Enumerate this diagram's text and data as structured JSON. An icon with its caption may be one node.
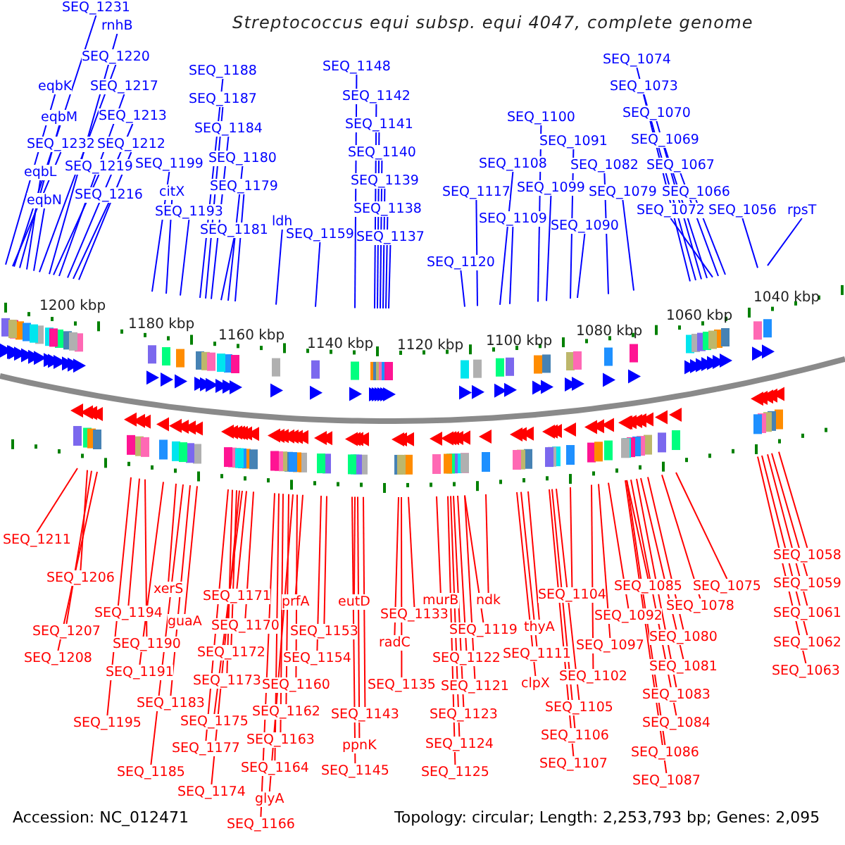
{
  "diagram": {
    "title": "Streptococcus equi subsp. equi 4047, complete genome",
    "nodes": [
      {
        "text": [
          "SEQ_1231"
        ]
      },
      {
        "text": [
          "rnhB"
        ]
      },
      {
        "text": [
          "SEQ_1220"
        ]
      },
      {
        "text": [
          "eqbK"
        ]
      },
      {
        "text": [
          "SEQ_1217"
        ]
      },
      {
        "text": [
          "eqbM"
        ]
      },
      {
        "text": [
          "SEQ_1213"
        ]
      },
      {
        "text": [
          "SEQ_1232"
        ]
      },
      {
        "text": [
          "SEQ_1212"
        ]
      },
      {
        "text": [
          "eqbL"
        ]
      },
      {
        "text": [
          "SEQ_1219"
        ]
      },
      {
        "text": [
          "eqbN"
        ]
      },
      {
        "text": [
          "SEQ_1216"
        ]
      },
      {
        "text": [
          "SEQ_1199"
        ]
      },
      {
        "text": [
          "citX"
        ]
      },
      {
        "text": [
          "SEQ_1193"
        ]
      },
      {
        "text": [
          "SEQ_1188"
        ]
      },
      {
        "text": [
          "SEQ_1187"
        ]
      },
      {
        "text": [
          "SEQ_1184"
        ]
      },
      {
        "text": [
          "SEQ_1180"
        ]
      },
      {
        "text": [
          "SEQ_1179"
        ]
      },
      {
        "text": [
          "SEQ_1181"
        ]
      },
      {
        "text": [
          "ldh"
        ]
      },
      {
        "text": [
          "SEQ_1159"
        ]
      },
      {
        "text": [
          "SEQ_1148"
        ]
      },
      {
        "text": [
          "SEQ_1142"
        ]
      },
      {
        "text": [
          "SEQ_1141"
        ]
      },
      {
        "text": [
          "SEQ_1140"
        ]
      },
      {
        "text": [
          "SEQ_1139"
        ]
      },
      {
        "text": [
          "SEQ_1138"
        ]
      },
      {
        "text": [
          "SEQ_1137"
        ]
      },
      {
        "text": [
          "SEQ_1120"
        ]
      },
      {
        "text": [
          "SEQ_1117"
        ]
      },
      {
        "text": [
          "SEQ_1109"
        ]
      },
      {
        "text": [
          "SEQ_1108"
        ]
      },
      {
        "text": [
          "SEQ_1100"
        ]
      },
      {
        "text": [
          "SEQ_1099"
        ]
      },
      {
        "text": [
          "SEQ_1091"
        ]
      },
      {
        "text": [
          "SEQ_1090"
        ]
      },
      {
        "text": [
          "SEQ_1082"
        ]
      },
      {
        "text": [
          "SEQ_1079"
        ]
      },
      {
        "text": [
          "SEQ_1074"
        ]
      },
      {
        "text": [
          "SEQ_1073"
        ]
      },
      {
        "text": [
          "SEQ_1070"
        ]
      },
      {
        "text": [
          "SEQ_1069"
        ]
      },
      {
        "text": [
          "SEQ_1067"
        ]
      },
      {
        "text": [
          "SEQ_1066"
        ]
      },
      {
        "text": [
          "SEQ_1072"
        ]
      },
      {
        "text": [
          "SEQ_1056"
        ]
      },
      {
        "text": [
          "rpsT"
        ]
      },
      {
        "text": [
          "SEQ_1211"
        ]
      },
      {
        "text": [
          "SEQ_1206"
        ]
      },
      {
        "text": [
          "SEQ_1207"
        ]
      },
      {
        "text": [
          "SEQ_1208"
        ]
      },
      {
        "text": [
          "SEQ_1194"
        ]
      },
      {
        "text": [
          "SEQ_1190"
        ]
      },
      {
        "text": [
          "SEQ_1191"
        ]
      },
      {
        "text": [
          "SEQ_1195"
        ]
      },
      {
        "text": [
          "xerS"
        ]
      },
      {
        "text": [
          "guaA"
        ]
      },
      {
        "text": [
          "SEQ_1183"
        ]
      },
      {
        "text": [
          "SEQ_1185"
        ]
      },
      {
        "text": [
          "SEQ_1171"
        ]
      },
      {
        "text": [
          "SEQ_1170"
        ]
      },
      {
        "text": [
          "SEQ_1172"
        ]
      },
      {
        "text": [
          "SEQ_1173"
        ]
      },
      {
        "text": [
          "SEQ_1175"
        ]
      },
      {
        "text": [
          "SEQ_1177"
        ]
      },
      {
        "text": [
          "SEQ_1174"
        ]
      },
      {
        "text": [
          "prfA"
        ]
      },
      {
        "text": [
          "SEQ_1153"
        ]
      },
      {
        "text": [
          "SEQ_1154"
        ]
      },
      {
        "text": [
          "SEQ_1160"
        ]
      },
      {
        "text": [
          "SEQ_1162"
        ]
      },
      {
        "text": [
          "SEQ_1163"
        ]
      },
      {
        "text": [
          "SEQ_1164"
        ]
      },
      {
        "text": [
          "glyA"
        ]
      },
      {
        "text": [
          "SEQ_1166"
        ]
      },
      {
        "text": [
          "eutD"
        ]
      },
      {
        "text": [
          "SEQ_1143"
        ]
      },
      {
        "text": [
          "ppnK"
        ]
      },
      {
        "text": [
          "SEQ_1145"
        ]
      },
      {
        "text": [
          "SEQ_1133"
        ]
      },
      {
        "text": [
          "radC"
        ]
      },
      {
        "text": [
          "SEQ_1135"
        ]
      },
      {
        "text": [
          "murB"
        ]
      },
      {
        "text": [
          "ndk"
        ]
      },
      {
        "text": [
          "SEQ_1119"
        ]
      },
      {
        "text": [
          "SEQ_1122"
        ]
      },
      {
        "text": [
          "SEQ_1121"
        ]
      },
      {
        "text": [
          "SEQ_1123"
        ]
      },
      {
        "text": [
          "SEQ_1124"
        ]
      },
      {
        "text": [
          "SEQ_1125"
        ]
      },
      {
        "text": [
          "thyA"
        ]
      },
      {
        "text": [
          "SEQ_1111"
        ]
      },
      {
        "text": [
          "clpX"
        ]
      },
      {
        "text": [
          "SEQ_1104"
        ]
      },
      {
        "text": [
          "SEQ_1102"
        ]
      },
      {
        "text": [
          "SEQ_1105"
        ]
      },
      {
        "text": [
          "SEQ_1106"
        ]
      },
      {
        "text": [
          "SEQ_1107"
        ]
      },
      {
        "text": [
          "SEQ_1092"
        ]
      },
      {
        "text": [
          "SEQ_1097"
        ]
      },
      {
        "text": [
          "SEQ_1085"
        ]
      },
      {
        "text": [
          "SEQ_1080"
        ]
      },
      {
        "text": [
          "SEQ_1081"
        ]
      },
      {
        "text": [
          "SEQ_1083"
        ]
      },
      {
        "text": [
          "SEQ_1084"
        ]
      },
      {
        "text": [
          "SEQ_1086"
        ]
      },
      {
        "text": [
          "SEQ_1087"
        ]
      },
      {
        "text": [
          "SEQ_1078"
        ]
      },
      {
        "text": [
          "SEQ_1075"
        ]
      },
      {
        "text": [
          "SEQ_1058"
        ]
      },
      {
        "text": [
          "SEQ_1059"
        ]
      },
      {
        "text": [
          "SEQ_1061"
        ]
      },
      {
        "text": [
          "SEQ_1062"
        ]
      },
      {
        "text": [
          "SEQ_1063"
        ]
      }
    ],
    "edges": [
      {
        "from": 0,
        "to": null,
        "arrow": "none",
        "color": "#0000ff"
      },
      {
        "from": 1,
        "to": null,
        "arrow": "none",
        "color": "#0000ff"
      },
      {
        "from": 2,
        "to": null,
        "arrow": "none",
        "color": "#0000ff"
      },
      {
        "from": 3,
        "to": null,
        "arrow": "none",
        "color": "#0000ff"
      },
      {
        "from": 4,
        "to": null,
        "arrow": "none",
        "color": "#0000ff"
      },
      {
        "from": 5,
        "to": null,
        "arrow": "none",
        "color": "#0000ff"
      },
      {
        "from": 6,
        "to": null,
        "arrow": "none",
        "color": "#0000ff"
      },
      {
        "from": 7,
        "to": null,
        "arrow": "none",
        "color": "#0000ff"
      },
      {
        "from": 8,
        "to": null,
        "arrow": "none",
        "color": "#0000ff"
      },
      {
        "from": 9,
        "to": null,
        "arrow": "none",
        "color": "#0000ff"
      },
      {
        "from": 10,
        "to": null,
        "arrow": "none",
        "color": "#0000ff"
      },
      {
        "from": 11,
        "to": null,
        "arrow": "none",
        "color": "#0000ff"
      },
      {
        "from": 12,
        "to": null,
        "arrow": "none",
        "color": "#0000ff"
      },
      {
        "from": 13,
        "to": null,
        "arrow": "none",
        "color": "#0000ff"
      },
      {
        "from": 14,
        "to": null,
        "arrow": "none",
        "color": "#0000ff"
      },
      {
        "from": 15,
        "to": null,
        "arrow": "none",
        "color": "#0000ff"
      },
      {
        "from": 16,
        "to": null,
        "arrow": "none",
        "color": "#0000ff"
      },
      {
        "from": 17,
        "to": null,
        "arrow": "none",
        "color": "#0000ff"
      },
      {
        "from": 18,
        "to": null,
        "arrow": "none",
        "color": "#0000ff"
      },
      {
        "from": 19,
        "to": null,
        "arrow": "none",
        "color": "#0000ff"
      },
      {
        "from": 20,
        "to": null,
        "arrow": "none",
        "color": "#0000ff"
      },
      {
        "from": 21,
        "to": null,
        "arrow": "none",
        "color": "#0000ff"
      },
      {
        "from": 22,
        "to": null,
        "arrow": "none",
        "color": "#0000ff"
      },
      {
        "from": 23,
        "to": null,
        "arrow": "none",
        "color": "#0000ff"
      },
      {
        "from": 24,
        "to": null,
        "arrow": "none",
        "color": "#0000ff"
      },
      {
        "from": 25,
        "to": null,
        "arrow": "none",
        "color": "#0000ff"
      },
      {
        "from": 26,
        "to": null,
        "arrow": "none",
        "color": "#0000ff"
      },
      {
        "from": 27,
        "to": null,
        "arrow": "none",
        "color": "#0000ff"
      },
      {
        "from": 28,
        "to": null,
        "arrow": "none",
        "color": "#0000ff"
      },
      {
        "from": 29,
        "to": null,
        "arrow": "none",
        "color": "#0000ff"
      },
      {
        "from": 30,
        "to": null,
        "arrow": "none",
        "color": "#0000ff"
      },
      {
        "from": 31,
        "to": null,
        "arrow": "none",
        "color": "#0000ff"
      },
      {
        "from": 32,
        "to": null,
        "arrow": "none",
        "color": "#0000ff"
      },
      {
        "from": 33,
        "to": null,
        "arrow": "none",
        "color": "#0000ff"
      },
      {
        "from": 34,
        "to": null,
        "arrow": "none",
        "color": "#0000ff"
      },
      {
        "from": 35,
        "to": null,
        "arrow": "none",
        "color": "#0000ff"
      },
      {
        "from": 36,
        "to": null,
        "arrow": "none",
        "color": "#0000ff"
      },
      {
        "from": 37,
        "to": null,
        "arrow": "none",
        "color": "#0000ff"
      },
      {
        "from": 38,
        "to": null,
        "arrow": "none",
        "color": "#0000ff"
      },
      {
        "from": 39,
        "to": null,
        "arrow": "none",
        "color": "#0000ff"
      },
      {
        "from": 40,
        "to": null,
        "arrow": "none",
        "color": "#0000ff"
      },
      {
        "from": 41,
        "to": null,
        "arrow": "none",
        "color": "#0000ff"
      },
      {
        "from": 42,
        "to": null,
        "arrow": "none",
        "color": "#0000ff"
      },
      {
        "from": 43,
        "to": null,
        "arrow": "none",
        "color": "#0000ff"
      },
      {
        "from": 44,
        "to": null,
        "arrow": "none",
        "color": "#0000ff"
      },
      {
        "from": 45,
        "to": null,
        "arrow": "none",
        "color": "#0000ff"
      },
      {
        "from": 46,
        "to": null,
        "arrow": "none",
        "color": "#0000ff"
      },
      {
        "from": 47,
        "to": null,
        "arrow": "none",
        "color": "#0000ff"
      },
      {
        "from": 48,
        "to": null,
        "arrow": "none",
        "color": "#0000ff"
      },
      {
        "from": 49,
        "to": null,
        "arrow": "none",
        "color": "#0000ff"
      },
      {
        "from": 50,
        "to": null,
        "arrow": "none"
      },
      {
        "from": 51,
        "to": null,
        "arrow": "none"
      },
      {
        "from": 52,
        "to": null,
        "arrow": "none"
      },
      {
        "from": 53,
        "to": null,
        "arrow": "none"
      },
      {
        "from": 54,
        "to": null,
        "arrow": "none"
      },
      {
        "from": 55,
        "to": null,
        "arrow": "none"
      },
      {
        "from": 56,
        "to": null,
        "arrow": "none"
      },
      {
        "from": 57,
        "to": null,
        "arrow": "none"
      },
      {
        "from": 58,
        "to": null,
        "arrow": "none"
      },
      {
        "from": 59,
        "to": null,
        "arrow": "none"
      },
      {
        "from": 60,
        "to": null,
        "arrow": "none"
      },
      {
        "from": 61,
        "to": null,
        "arrow": "none"
      },
      {
        "from": 62,
        "to": null,
        "arrow": "none"
      },
      {
        "from": 63,
        "to": null,
        "arrow": "none"
      },
      {
        "from": 64,
        "to": null,
        "arrow": "none"
      },
      {
        "from": 65,
        "to": null,
        "arrow": "none"
      },
      {
        "from": 66,
        "to": null,
        "arrow": "none"
      },
      {
        "from": 67,
        "to": null,
        "arrow": "none"
      },
      {
        "from": 68,
        "to": null,
        "arrow": "none"
      },
      {
        "from": 69,
        "to": null,
        "arrow": "none"
      },
      {
        "from": 70,
        "to": null,
        "arrow": "none"
      },
      {
        "from": 71,
        "to": null,
        "arrow": "none"
      },
      {
        "from": 72,
        "to": null,
        "arrow": "none"
      },
      {
        "from": 73,
        "to": null,
        "arrow": "none"
      },
      {
        "from": 74,
        "to": null,
        "arrow": "none"
      },
      {
        "from": 75,
        "to": null,
        "arrow": "none"
      },
      {
        "from": 76,
        "to": null,
        "arrow": "none"
      },
      {
        "from": 77,
        "to": null,
        "arrow": "none"
      },
      {
        "from": 78,
        "to": null,
        "arrow": "none"
      },
      {
        "from": 79,
        "to": null,
        "arrow": "none"
      },
      {
        "from": 80,
        "to": null,
        "arrow": "none"
      },
      {
        "from": 81,
        "to": null,
        "arrow": "none"
      },
      {
        "from": 82,
        "to": null,
        "arrow": "none"
      },
      {
        "from": 83,
        "to": null,
        "arrow": "none"
      },
      {
        "from": 84,
        "to": null,
        "arrow": "none"
      },
      {
        "from": 85,
        "to": null,
        "arrow": "none"
      },
      {
        "from": 86,
        "to": null,
        "arrow": "none"
      },
      {
        "from": 87,
        "to": null,
        "arrow": "none"
      },
      {
        "from": 88,
        "to": null,
        "arrow": "none"
      },
      {
        "from": 89,
        "to": null,
        "arrow": "none"
      },
      {
        "from": 90,
        "to": null,
        "arrow": "none"
      },
      {
        "from": 91,
        "to": null,
        "arrow": "none"
      },
      {
        "from": 92,
        "to": null,
        "arrow": "none"
      },
      {
        "from": 93,
        "to": null,
        "arrow": "none"
      },
      {
        "from": 94,
        "to": null,
        "arrow": "none"
      },
      {
        "from": 95,
        "to": null,
        "arrow": "none"
      },
      {
        "from": 96,
        "to": null,
        "arrow": "none"
      },
      {
        "from": 97,
        "to": null,
        "arrow": "none"
      },
      {
        "from": 98,
        "to": null,
        "arrow": "none"
      },
      {
        "from": 99,
        "to": null,
        "arrow": "none"
      },
      {
        "from": 100,
        "to": null,
        "arrow": "none"
      },
      {
        "from": 101,
        "to": null,
        "arrow": "none"
      },
      {
        "from": 102,
        "to": null,
        "arrow": "none"
      },
      {
        "from": 103,
        "to": null,
        "arrow": "none"
      },
      {
        "from": 104,
        "to": null,
        "arrow": "none"
      },
      {
        "from": 105,
        "to": null,
        "arrow": "none"
      },
      {
        "from": 106,
        "to": null,
        "arrow": "none"
      },
      {
        "from": 107,
        "to": null,
        "arrow": "none"
      },
      {
        "from": 108,
        "to": null,
        "arrow": "none"
      },
      {
        "from": 109,
        "to": null,
        "arrow": "none"
      },
      {
        "from": 110,
        "to": null,
        "arrow": "none"
      },
      {
        "from": 111,
        "to": null,
        "arrow": "none"
      },
      {
        "from": 112,
        "to": null,
        "arrow": "none"
      },
      {
        "from": 113,
        "to": null,
        "arrow": "none"
      },
      {
        "from": 114,
        "to": null,
        "arrow": "none"
      },
      {
        "from": 115,
        "to": null,
        "arrow": "none"
      },
      {
        "from": 116,
        "to": null,
        "arrow": "none"
      }
    ],
    "labels": [
      "1200 kbp",
      "1180 kbp",
      "1160 kbp",
      "1140 kbp",
      "1120 kbp",
      "1100 kbp",
      "1080 kbp",
      "1060 kbp",
      "1040 kbp",
      "Accession: NC_012471",
      "Topology: circular; Length: 2,253,793 bp; Genes: 2,095"
    ]
  }
}
